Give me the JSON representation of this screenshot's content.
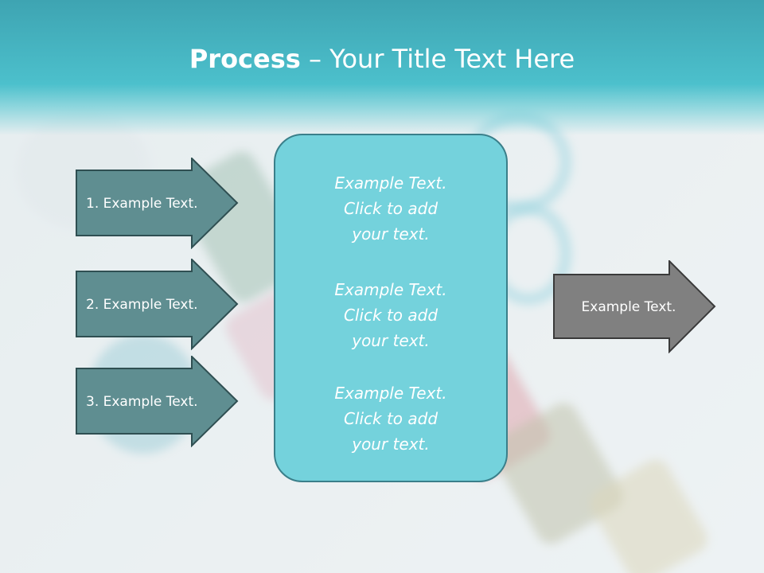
{
  "title": {
    "bold": "Process",
    "rest": " – Your Title Text Here"
  },
  "left_arrows": [
    {
      "label": "1. Example Text."
    },
    {
      "label": "2. Example Text."
    },
    {
      "label": "3. Example Text."
    }
  ],
  "center_box": {
    "items": [
      {
        "lines": [
          "Example Text.",
          "Click  to add",
          "your text."
        ]
      },
      {
        "lines": [
          "Example Text.",
          "Click  to add",
          "your text."
        ]
      },
      {
        "lines": [
          "Example Text.",
          "Click  to add",
          "your text."
        ]
      }
    ]
  },
  "right_arrow": {
    "label": "Example Text."
  },
  "colors": {
    "header": "#4cc0cc",
    "left_arrow_fill": "#5f8e91",
    "left_arrow_border": "#2f4f52",
    "center_box_fill": "#74d2dc",
    "right_arrow_fill": "#808080"
  }
}
